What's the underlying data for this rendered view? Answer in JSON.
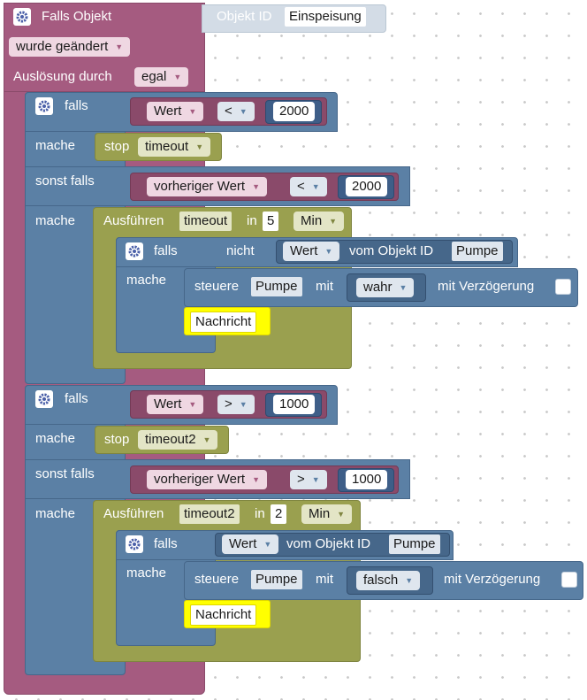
{
  "event": {
    "title": "Falls Objekt",
    "object_label": "Objekt ID",
    "object_value": "Einspeisung",
    "changed": "wurde geändert",
    "trigger_label": "Auslösung durch",
    "trigger_value": "egal"
  },
  "if1": {
    "falls": "falls",
    "var1": "Wert",
    "op1": "<",
    "num1": "2000",
    "mache1": "mache",
    "stop_label": "stop",
    "stop_value": "timeout",
    "elseif": "sonst falls",
    "var2": "vorheriger Wert",
    "op2": "<",
    "num2": "2000",
    "mache2": "mache",
    "exec_label": "Ausführen",
    "exec_timer": "timeout",
    "in_label": "in",
    "exec_num": "5",
    "unit": "Min",
    "inner": {
      "falls": "falls",
      "not": "nicht",
      "var": "Wert",
      "of_object": "vom Objekt ID",
      "object": "Pumpe",
      "mache": "mache",
      "control": "steuere",
      "control_object": "Pumpe",
      "with": "mit",
      "value": "wahr",
      "delay": "mit Verzögerung",
      "message": "Nachricht"
    }
  },
  "if2": {
    "falls": "falls",
    "var1": "Wert",
    "op1": ">",
    "num1": "1000",
    "mache1": "mache",
    "stop_label": "stop",
    "stop_value": "timeout2",
    "elseif": "sonst falls",
    "var2": "vorheriger Wert",
    "op2": ">",
    "num2": "1000",
    "mache2": "mache",
    "exec_label": "Ausführen",
    "exec_timer": "timeout2",
    "in_label": "in",
    "exec_num": "2",
    "unit": "Min",
    "inner": {
      "falls": "falls",
      "var": "Wert",
      "of_object": "vom Objekt ID",
      "object": "Pumpe",
      "mache": "mache",
      "control": "steuere",
      "control_object": "Pumpe",
      "with": "mit",
      "value": "falsch",
      "delay": "mit Verzögerung",
      "message": "Nachricht"
    }
  },
  "colors": {
    "event": "#a55b80",
    "control": "#5b80a5",
    "timer": "#9aa04f",
    "message": "#ffff00"
  },
  "icons": {
    "settings": "gear-icon",
    "dropdown": "triangle-down-icon"
  }
}
